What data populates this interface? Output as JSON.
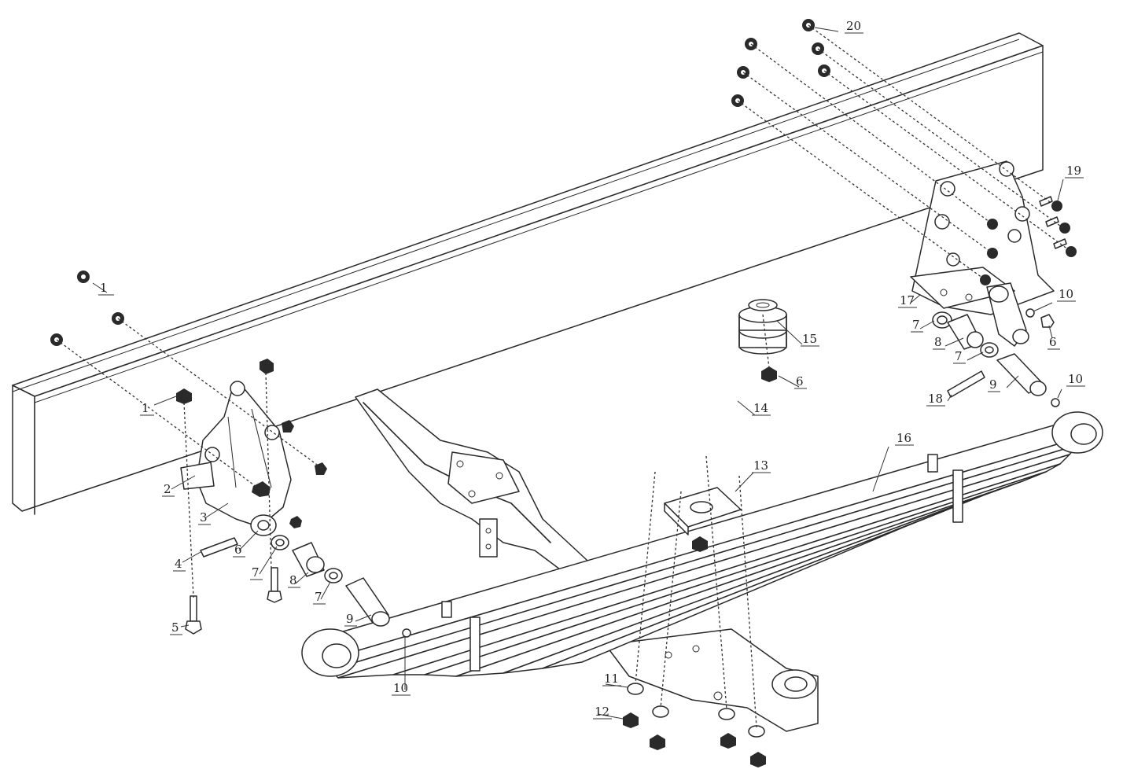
{
  "callouts": [
    {
      "id": "c1a",
      "text": "1"
    },
    {
      "id": "c1b",
      "text": "1"
    },
    {
      "id": "c2",
      "text": "2"
    },
    {
      "id": "c3",
      "text": "3"
    },
    {
      "id": "c4",
      "text": "4"
    },
    {
      "id": "c5",
      "text": "5"
    },
    {
      "id": "c6a",
      "text": "6"
    },
    {
      "id": "c7a",
      "text": "7"
    },
    {
      "id": "c8a",
      "text": "8"
    },
    {
      "id": "c7b",
      "text": "7"
    },
    {
      "id": "c9a",
      "text": "9"
    },
    {
      "id": "c10a",
      "text": "10"
    },
    {
      "id": "c11",
      "text": "11"
    },
    {
      "id": "c12",
      "text": "12"
    },
    {
      "id": "c13",
      "text": "13"
    },
    {
      "id": "c14",
      "text": "14"
    },
    {
      "id": "c15",
      "text": "15"
    },
    {
      "id": "c6b",
      "text": "6"
    },
    {
      "id": "c16",
      "text": "16"
    },
    {
      "id": "c17",
      "text": "17"
    },
    {
      "id": "c7c",
      "text": "7"
    },
    {
      "id": "c8b",
      "text": "8"
    },
    {
      "id": "c7d",
      "text": "7"
    },
    {
      "id": "c9b",
      "text": "9"
    },
    {
      "id": "c18",
      "text": "18"
    },
    {
      "id": "c10b",
      "text": "10"
    },
    {
      "id": "c10c",
      "text": "10"
    },
    {
      "id": "c6c",
      "text": "6"
    },
    {
      "id": "c19",
      "text": "19"
    },
    {
      "id": "c20",
      "text": "20"
    }
  ]
}
